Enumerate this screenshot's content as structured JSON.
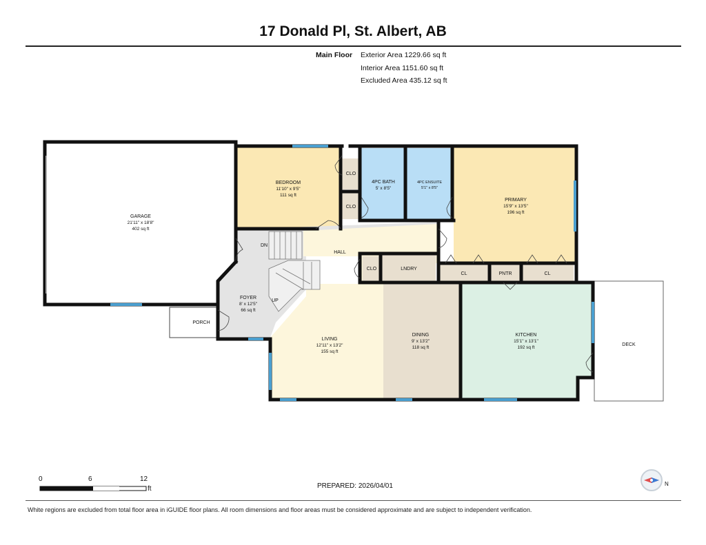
{
  "header": {
    "title": "17 Donald Pl, St. Albert, AB",
    "floor_label": "Main Floor",
    "exterior_area": "Exterior Area 1229.66 sq ft",
    "interior_area": "Interior Area 1151.60 sq ft",
    "excluded_area": "Excluded Area 435.12 sq ft"
  },
  "rooms": {
    "garage": {
      "name": "GARAGE",
      "dims": "21'11\" x 18'8\"",
      "area": "402 sq ft"
    },
    "bedroom": {
      "name": "BEDROOM",
      "dims": "11'10\" x 9'5\"",
      "area": "111 sq ft"
    },
    "bath": {
      "name": "4PC BATH",
      "dims": "5' x 8'5\""
    },
    "ensuite": {
      "name": "4PC ENSUITE",
      "dims": "5'1\" x 8'5\""
    },
    "primary": {
      "name": "PRIMARY",
      "dims": "15'9\" x 13'5\"",
      "area": "196 sq ft"
    },
    "foyer": {
      "name": "FOYER",
      "dims": "8' x 12'5\"",
      "area": "66 sq ft"
    },
    "living": {
      "name": "LIVING",
      "dims": "12'11\" x 13'2\"",
      "area": "155 sq ft"
    },
    "dining": {
      "name": "DINING",
      "dims": "9' x 13'2\"",
      "area": "118 sq ft"
    },
    "kitchen": {
      "name": "KITCHEN",
      "dims": "15'1\" x 13'1\"",
      "area": "192 sq ft"
    },
    "deck": {
      "name": "DECK"
    },
    "porch": {
      "name": "PORCH"
    },
    "hall": {
      "name": "HALL"
    },
    "lndry": {
      "name": "LNDRY"
    },
    "pntr": {
      "name": "PNTR"
    },
    "clo": {
      "name": "CLO"
    },
    "cl": {
      "name": "CL"
    },
    "stairs_down": {
      "name": "DN"
    },
    "stairs_up": {
      "name": "UP"
    }
  },
  "scale": {
    "t0": "0",
    "t1": "6",
    "t2": "12",
    "unit": "ft"
  },
  "footer": {
    "prepared": "PREPARED: 2026/04/01",
    "disclaimer": "White regions are excluded from total floor area in iGUIDE floor plans. All room dimensions and floor areas must be considered approximate and are subject to independent verification.",
    "compass_label": "N"
  },
  "colors": {
    "wall": "#111111",
    "window": "#4a9fd0",
    "bedroom": "#fbe8b4",
    "bath": "#b9def6",
    "primary": "#fbe8b4",
    "circulation": "#e4e4e4",
    "living": "#fdf6dc",
    "dining": "#e8dfcf",
    "kitchen": "#dcf0e4",
    "closet": "#e8dfcf"
  }
}
